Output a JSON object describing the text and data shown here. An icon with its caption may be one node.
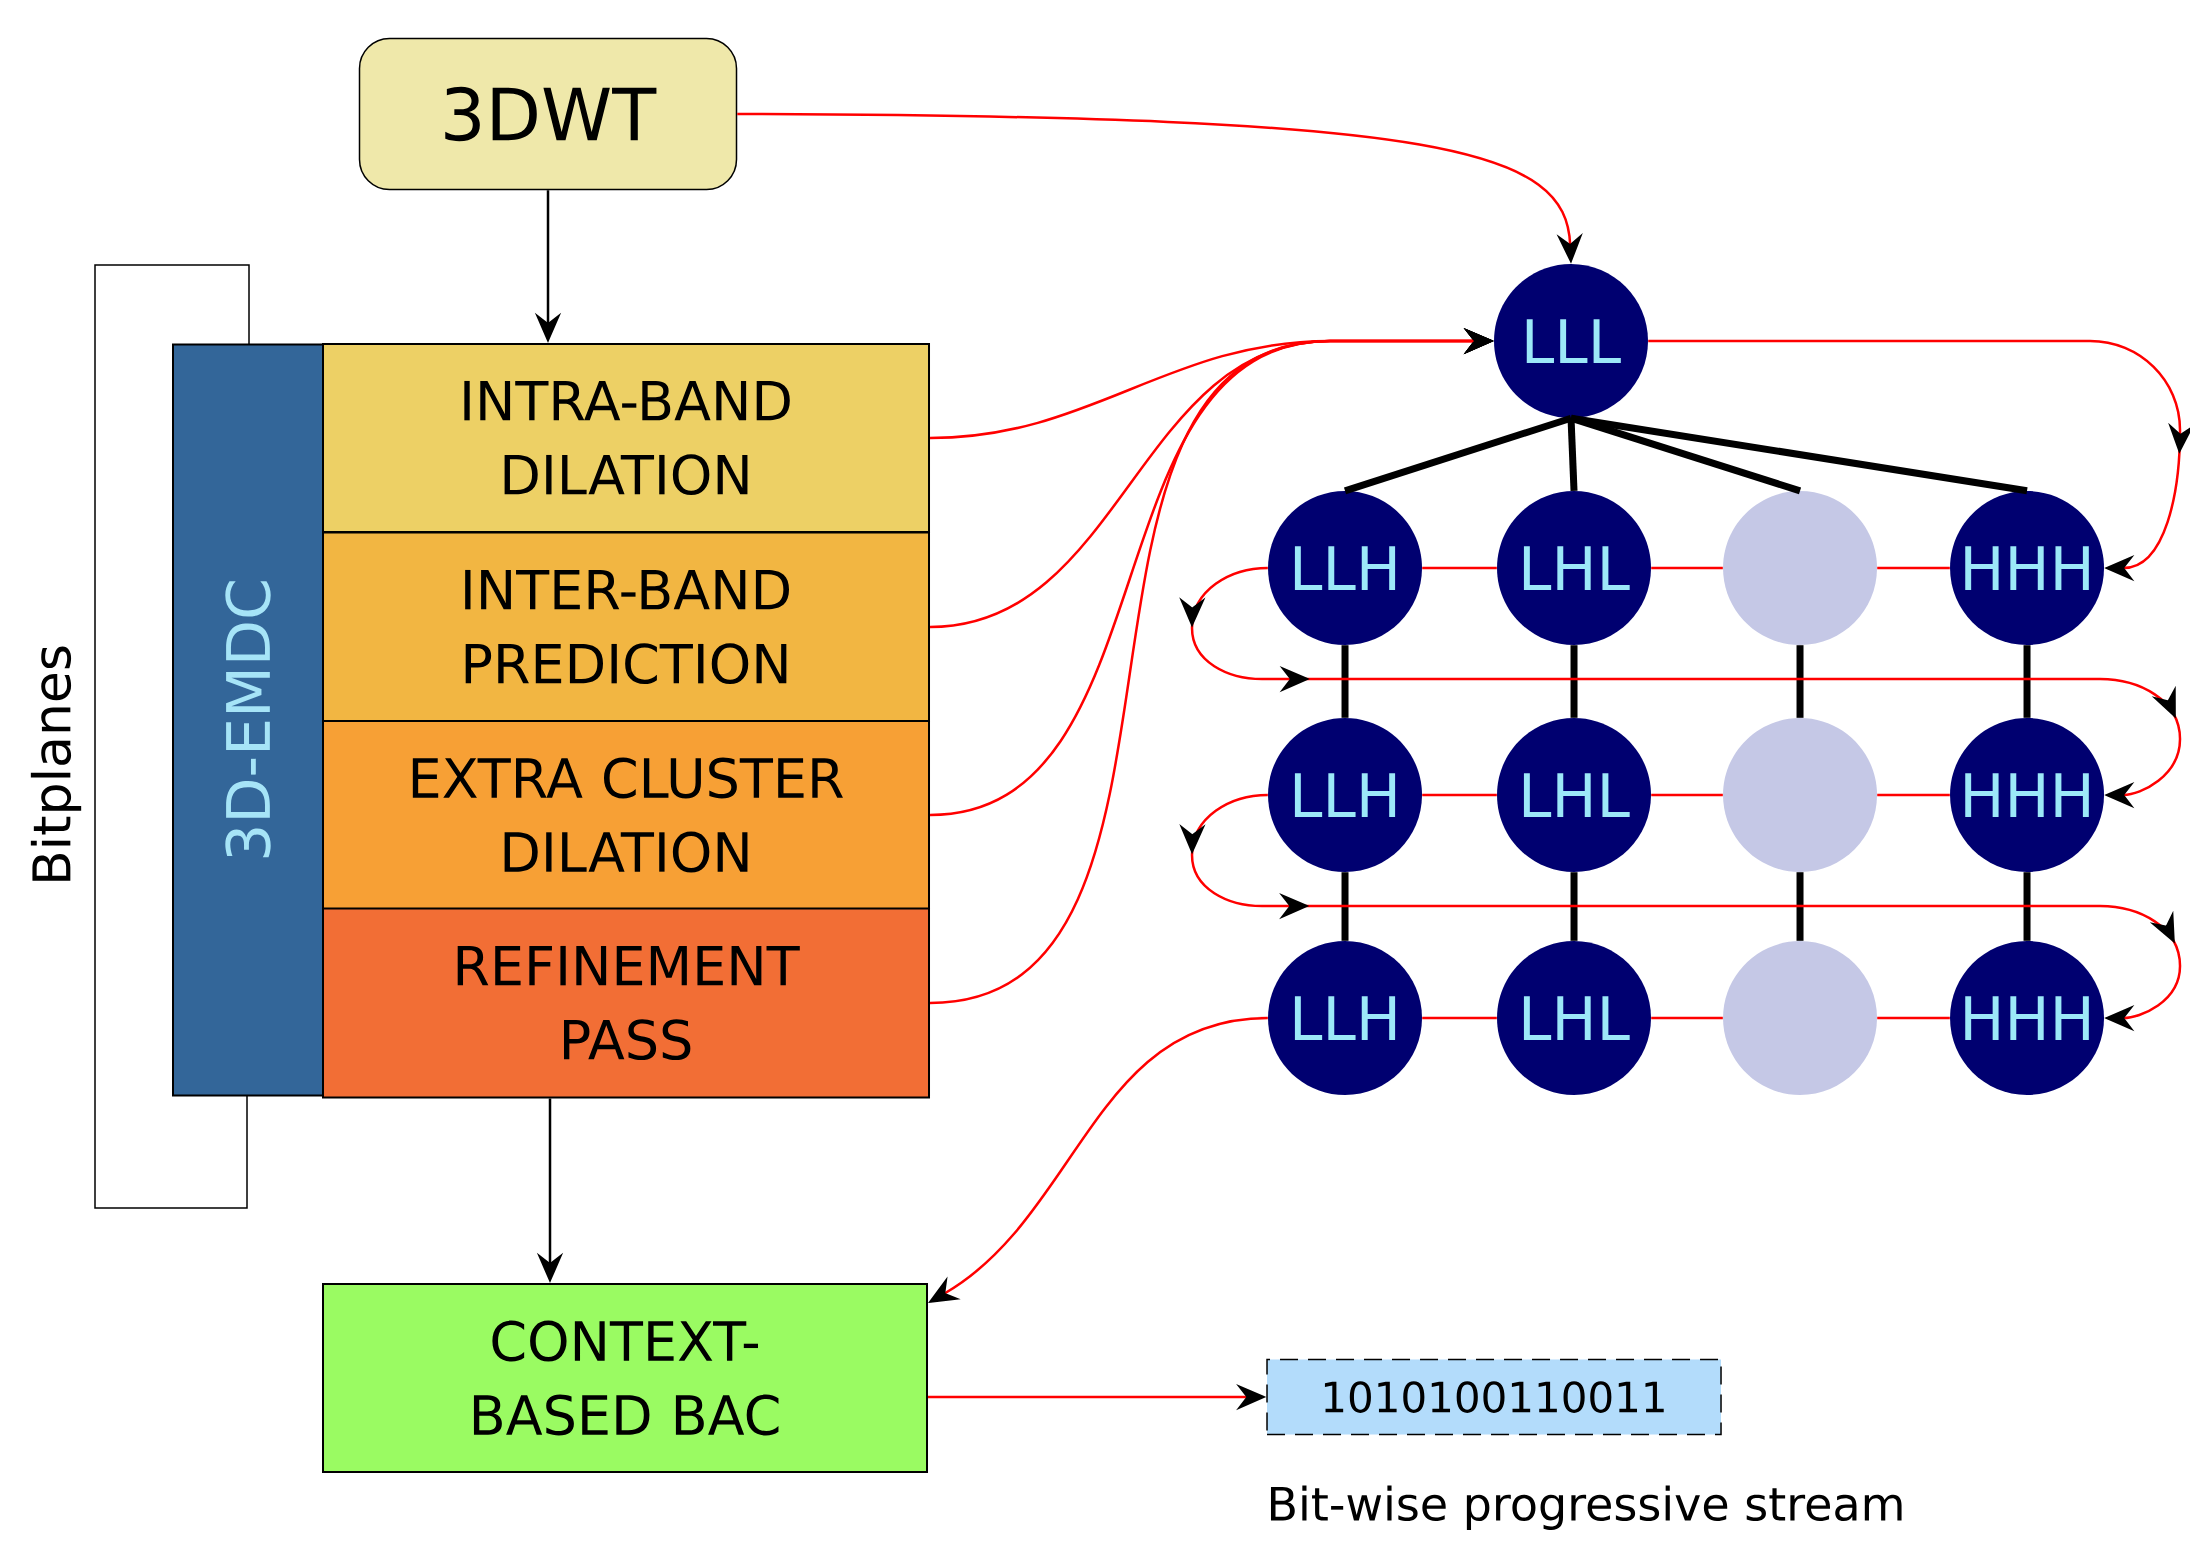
{
  "diagram": {
    "nodes": [
      {
        "text": [
          "3DWT"
        ]
      },
      {
        "text": [
          "3D-EMDC"
        ]
      },
      {
        "text": [
          "INTRA-BAND DILATION"
        ]
      },
      {
        "text": [
          "INTER-BAND PREDICTION"
        ]
      },
      {
        "text": [
          "EXTRA CLUSTER DILATION"
        ]
      },
      {
        "text": [
          "REFINEMENT PASS"
        ]
      },
      {
        "text": [
          "LLL"
        ]
      },
      {
        "text": [
          "LLH"
        ]
      },
      {
        "text": [
          "LHL"
        ]
      },
      {
        "text": [],
        "shape": "circle"
      },
      {
        "text": [
          "HHH"
        ]
      },
      {
        "text": [
          "LLH"
        ]
      },
      {
        "text": [
          "LHL"
        ]
      },
      {
        "text": [],
        "shape": "circle"
      },
      {
        "text": [
          "HHH"
        ]
      },
      {
        "text": [
          "LLH"
        ]
      },
      {
        "text": [
          "LHL"
        ]
      },
      {
        "text": [],
        "shape": "circle"
      },
      {
        "text": [
          "HHH"
        ]
      },
      {
        "text": [
          "CONTEXT-BASED BAC"
        ]
      },
      {
        "text": [
          "1010100110011"
        ],
        "beside": [
          "Bit-wise progressive stream"
        ]
      }
    ],
    "edges": [
      {
        "from": 0,
        "to": 6,
        "arrow": "to"
      },
      {
        "from": 0,
        "to": 2,
        "arrow": "to",
        "color": "#000000"
      },
      {
        "from": 2,
        "to": 6,
        "arrow": "to"
      },
      {
        "from": 3,
        "to": 6,
        "arrow": "to"
      },
      {
        "from": 4,
        "to": 6,
        "arrow": "to"
      },
      {
        "from": 5,
        "to": 6,
        "arrow": "to"
      },
      {
        "from": 6,
        "to": 7,
        "arrow": "none",
        "style": "thick",
        "color": "#000000"
      },
      {
        "from": 6,
        "to": 8,
        "arrow": "none",
        "style": "thick",
        "color": "#000000"
      },
      {
        "from": 6,
        "to": 9,
        "arrow": "none",
        "style": "thick",
        "color": "#000000"
      },
      {
        "from": 6,
        "to": 10,
        "arrow": "none",
        "style": "thick",
        "color": "#000000"
      },
      {
        "from": 6,
        "to": 10,
        "arrow": "to"
      },
      {
        "from": 7,
        "to": 8,
        "arrow": "none"
      },
      {
        "from": 8,
        "to": 9,
        "arrow": "none"
      },
      {
        "from": 9,
        "to": 10,
        "arrow": "none"
      },
      {
        "from": 7,
        "to": 11,
        "arrow": "none",
        "style": "thick",
        "color": "#000000"
      },
      {
        "from": 8,
        "to": 12,
        "arrow": "none",
        "style": "thick",
        "color": "#000000"
      },
      {
        "from": 9,
        "to": 13,
        "arrow": "none",
        "style": "thick",
        "color": "#000000"
      },
      {
        "from": 10,
        "to": 14,
        "arrow": "none",
        "style": "thick",
        "color": "#000000"
      },
      {
        "from": 7,
        "to": 14,
        "arrow": "to"
      },
      {
        "from": 11,
        "to": 12,
        "arrow": "none"
      },
      {
        "from": 12,
        "to": 13,
        "arrow": "none"
      },
      {
        "from": 13,
        "to": 14,
        "arrow": "none"
      },
      {
        "from": 11,
        "to": 15,
        "arrow": "none",
        "style": "thick",
        "color": "#000000"
      },
      {
        "from": 12,
        "to": 16,
        "arrow": "none",
        "style": "thick",
        "color": "#000000"
      },
      {
        "from": 13,
        "to": 17,
        "arrow": "none",
        "style": "thick",
        "color": "#000000"
      },
      {
        "from": 14,
        "to": 18,
        "arrow": "none",
        "style": "thick",
        "color": "#000000"
      },
      {
        "from": 11,
        "to": 18,
        "arrow": "to"
      },
      {
        "from": 15,
        "to": 16,
        "arrow": "none"
      },
      {
        "from": 16,
        "to": 17,
        "arrow": "none"
      },
      {
        "from": 17,
        "to": 18,
        "arrow": "none"
      },
      {
        "from": 15,
        "to": 19,
        "arrow": "to"
      },
      {
        "from": 5,
        "to": 19,
        "arrow": "to",
        "color": "#000000"
      },
      {
        "from": 19,
        "to": 20,
        "arrow": "to"
      }
    ],
    "labels": [
      "Bitplanes"
    ]
  }
}
